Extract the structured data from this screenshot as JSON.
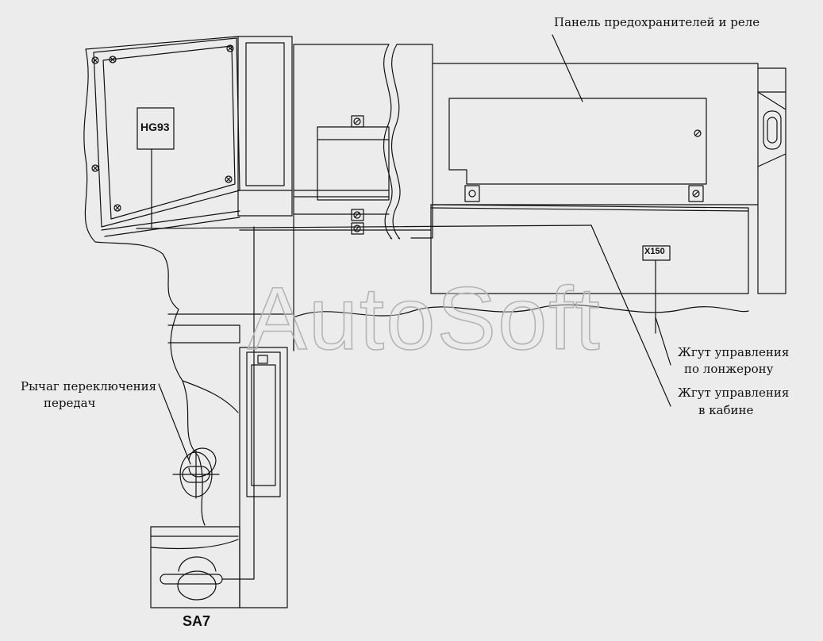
{
  "labels": {
    "fuse_panel": "Панель предохранителей и реле",
    "gear_lever_line1": "Рычаг переключения",
    "gear_lever_line2": "передач",
    "frame_harness_line1": "Жгут управления",
    "frame_harness_line2": "по лонжерону",
    "cab_harness_line1": "Жгут управления",
    "cab_harness_line2": "в кабине"
  },
  "codes": {
    "hg93": "HG93",
    "x150": "X150",
    "sa7": "SA7"
  },
  "watermark": "AutoSoft",
  "colors": {
    "background": "#ececec",
    "line": "#111111",
    "watermark_stroke": "#b4b4b4"
  }
}
